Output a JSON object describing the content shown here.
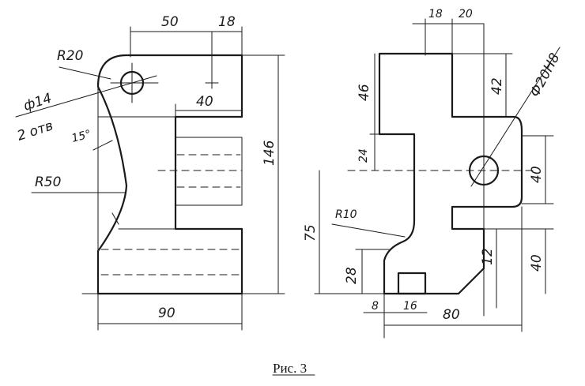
{
  "caption": "Рис. 3",
  "left_view": {
    "dims": {
      "d50": "50",
      "d18": "18",
      "d40": "40",
      "d146": "146",
      "d90": "90",
      "r20": "R20",
      "phi14": "ф14",
      "holes": "2 отв",
      "angle15": "15°",
      "r50": "R50"
    }
  },
  "right_view": {
    "dims": {
      "d18": "18",
      "d20": "20",
      "d46": "46",
      "d42": "42",
      "phi20": "Ф20H8",
      "d24": "24",
      "d40a": "40",
      "d75": "75",
      "r10": "R10",
      "d28": "28",
      "d12": "12",
      "d40b": "40",
      "d8": "8",
      "d16": "16",
      "d80": "80"
    }
  }
}
